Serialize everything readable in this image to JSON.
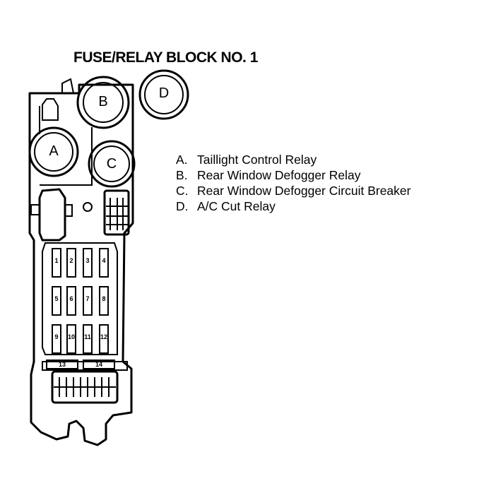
{
  "title": "FUSE/RELAY BLOCK NO. 1",
  "relays": [
    {
      "id": "A",
      "label": "A",
      "description": "Taillight Control Relay"
    },
    {
      "id": "B",
      "label": "B",
      "description": "Rear Window Defogger Relay"
    },
    {
      "id": "C",
      "label": "C",
      "description": "Rear Window Defogger Circuit Breaker"
    },
    {
      "id": "D",
      "label": "D",
      "description": "A/C Cut Relay"
    }
  ],
  "legend": [
    {
      "key": "A.",
      "text": "Taillight Control Relay"
    },
    {
      "key": "B.",
      "text": "Rear Window Defogger Relay"
    },
    {
      "key": "C.",
      "text": "Rear Window Defogger Circuit Breaker"
    },
    {
      "key": "D.",
      "text": "A/C Cut Relay"
    }
  ],
  "fuses": [
    "1",
    "2",
    "3",
    "4",
    "5",
    "6",
    "7",
    "8",
    "9",
    "10",
    "11",
    "12",
    "13",
    "14"
  ]
}
